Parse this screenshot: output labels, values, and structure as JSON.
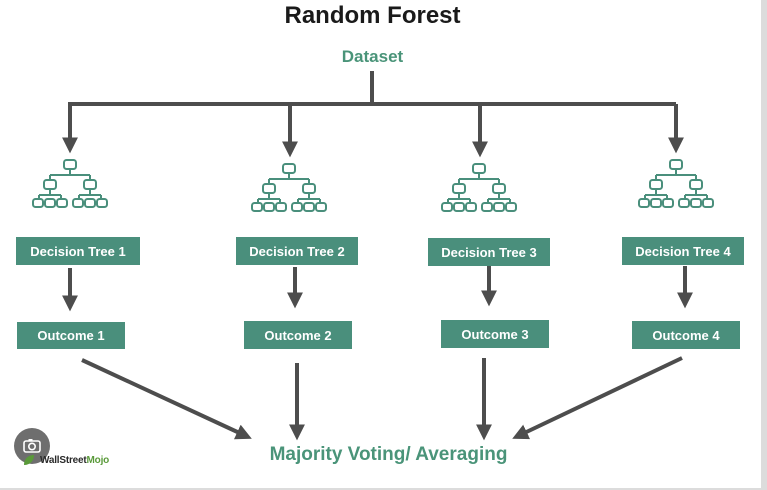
{
  "diagram": {
    "title": "Random Forest",
    "source_label": "Dataset",
    "trees": [
      {
        "label": "Decision Tree 1",
        "outcome": "Outcome 1"
      },
      {
        "label": "Decision Tree 2",
        "outcome": "Outcome 2"
      },
      {
        "label": "Decision Tree 3",
        "outcome": "Outcome 3"
      },
      {
        "label": "Decision Tree 4",
        "outcome": "Outcome 4"
      }
    ],
    "aggregation_label": "Majority Voting/ Averaging"
  },
  "watermark": {
    "brand_main": "WallStreet",
    "brand_accent": "Mojo"
  },
  "colors": {
    "accent": "#4a8f7c",
    "accent_text": "#4a9479",
    "arrow": "#4d4d4d",
    "title": "#1a1a1a"
  }
}
